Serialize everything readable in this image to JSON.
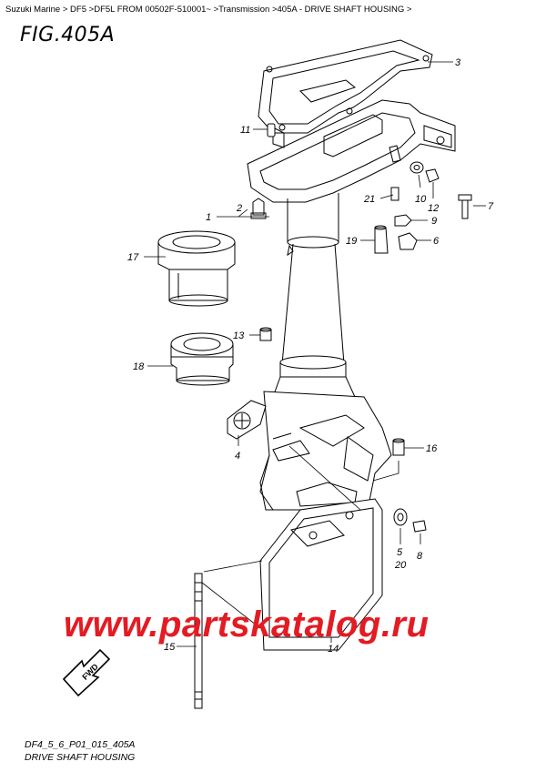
{
  "breadcrumb": {
    "items": [
      "Suzuki Marine",
      "DF5",
      "DF5L FROM 00502F-510001~",
      "Transmission",
      "405A - DRIVE SHAFT HOUSING"
    ],
    "separator": ">"
  },
  "figure": {
    "title": "FIG.405A"
  },
  "callouts": {
    "c1": "1",
    "c2": "2",
    "c3": "3",
    "c4": "4",
    "c5": "5",
    "c6": "6",
    "c7": "7",
    "c8": "8",
    "c9": "9",
    "c10": "10",
    "c11": "11",
    "c12": "12",
    "c13": "13",
    "c14": "14",
    "c15": "15",
    "c16": "16",
    "c17": "17",
    "c18": "18",
    "c19": "19",
    "c20": "20",
    "c21": "21"
  },
  "fwd": {
    "label": "FWD"
  },
  "watermark": {
    "text": "www.partskatalog.ru",
    "color": "#e31b23"
  },
  "footer": {
    "code": "DF4_5_6_P01_015_405A",
    "name": "DRIVE SHAFT HOUSING"
  }
}
